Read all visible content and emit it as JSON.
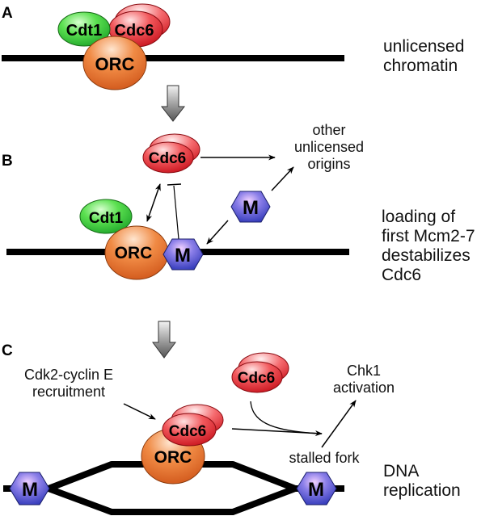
{
  "figure": {
    "panels": [
      {
        "letter": "A",
        "side_label": [
          "unlicensed",
          "chromatin"
        ],
        "proteins": {
          "cdt1": "Cdt1",
          "cdc6": "Cdc6",
          "orc": "ORC"
        }
      },
      {
        "letter": "B",
        "side_label": [
          "loading of",
          "first Mcm2-7",
          "destabilizes",
          "Cdc6"
        ],
        "proteins": {
          "cdc6": "Cdc6",
          "cdt1": "Cdt1",
          "orc": "ORC",
          "mcm_free": "M",
          "mcm_bound": "M"
        },
        "annotation": [
          "other",
          "unlicensed",
          "origins"
        ]
      },
      {
        "letter": "C",
        "side_label": [
          "DNA",
          "replication"
        ],
        "proteins": {
          "cdc6_free": "Cdc6",
          "cdc6_bound": "Cdc6",
          "orc": "ORC",
          "mcm_left": "M",
          "mcm_right": "M"
        },
        "annotation_cdk": [
          "Cdk2-cyclin E",
          "recruitment"
        ],
        "annotation_chk1": [
          "Chk1",
          "activation"
        ],
        "annotation_fork": "stalled fork"
      }
    ],
    "colors": {
      "cdt1": "#3ecf3e",
      "cdc6": "#e8343c",
      "orc": "#e8742c",
      "mcm": "#4a52c8",
      "dna": "#000000",
      "step_arrow": "#6e6e6e"
    }
  }
}
